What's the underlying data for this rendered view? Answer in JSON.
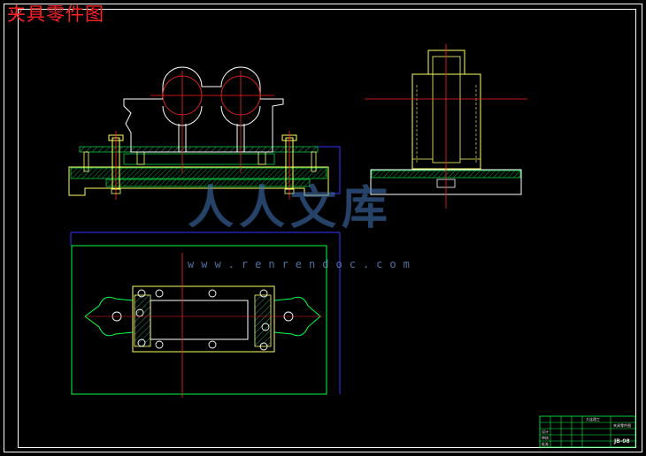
{
  "drawing": {
    "title": "夹具零件图",
    "colors": {
      "background": "#000000",
      "frame": "#ffffff",
      "outline": "#ffff66",
      "detail": "#00ff44",
      "centerline": "#ff2222",
      "dimension": "#3333ff",
      "hatch": "#00cc44",
      "title_text": "#ff2222",
      "watermark": "#4678be"
    }
  },
  "watermark": {
    "chinese": "人人文库",
    "url": "www.renrendoc.com"
  },
  "title_block": {
    "drawing_code": "JB-08",
    "university": "大连理工",
    "part_name": "夹具零件图",
    "designer": "设计",
    "checker": "审核",
    "approver": "批准"
  }
}
